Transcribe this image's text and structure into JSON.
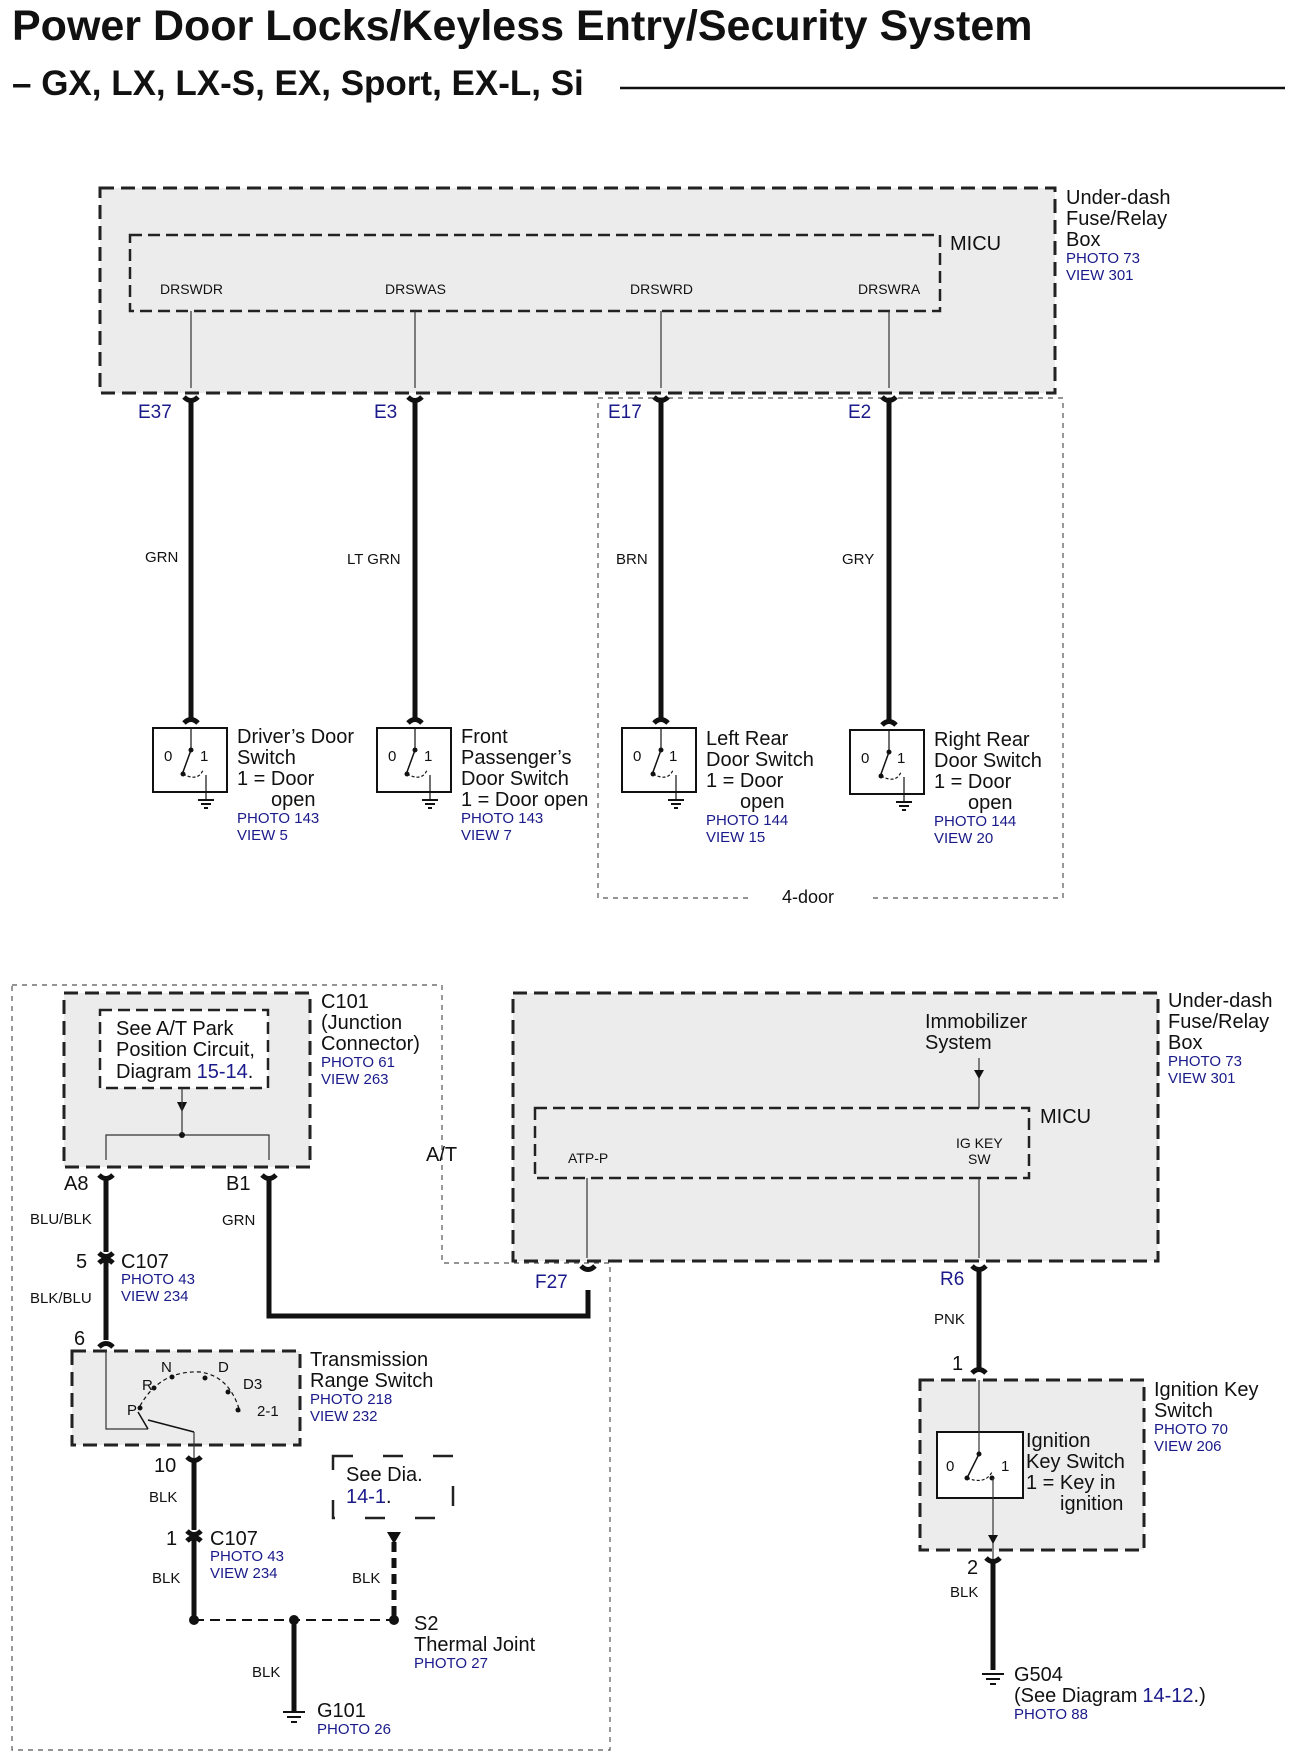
{
  "title": "Power Door Locks/Keyless Entry/Security System",
  "subtitle": "– GX, LX, LX-S, EX, Sport, EX-L, Si",
  "top": {
    "fusebox": {
      "name_lines": [
        "Under-dash",
        "Fuse/Relay",
        "Box"
      ],
      "photo": "PHOTO 73",
      "view": "VIEW 301"
    },
    "micu": "MICU",
    "pins": [
      "DRSWDR",
      "DRSWAS",
      "DRSWRD",
      "DRSWRA"
    ],
    "terminals": [
      "E37",
      "E3",
      "E17",
      "E2"
    ],
    "wire_colors": [
      "GRN",
      "LT GRN",
      "BRN",
      "GRY"
    ],
    "switches": [
      {
        "lines": [
          "Driver’s Door",
          "Switch",
          "1 = Door",
          "open"
        ],
        "photo": "PHOTO 143",
        "view": "VIEW 5"
      },
      {
        "lines": [
          "Front",
          "Passenger’s",
          "Door Switch",
          "1 = Door open"
        ],
        "photo": "PHOTO 143",
        "view": "VIEW 7"
      },
      {
        "lines": [
          "Left Rear",
          "Door Switch",
          "1 = Door",
          "open"
        ],
        "photo": "PHOTO 144",
        "view": "VIEW 15"
      },
      {
        "lines": [
          "Right Rear",
          "Door Switch",
          "1 = Door",
          "open"
        ],
        "photo": "PHOTO 144",
        "view": "VIEW 20"
      }
    ],
    "switch_positions": [
      "0",
      "1"
    ],
    "region_label": "4-door"
  },
  "bottom": {
    "c101": {
      "name_lines": [
        "C101",
        "(Junction",
        "Connector)"
      ],
      "photo": "PHOTO 61",
      "view": "VIEW 263"
    },
    "see_at": {
      "lines": [
        "See A/T Park",
        "Position Circuit,",
        "Diagram"
      ],
      "link": "15-14",
      "suffix": "."
    },
    "at_label": "A/T",
    "fusebox": {
      "name_lines": [
        "Under-dash",
        "Fuse/Relay",
        "Box"
      ],
      "photo": "PHOTO 73",
      "view": "VIEW 301"
    },
    "immobilizer": [
      "Immobilizer",
      "System"
    ],
    "micu": "MICU",
    "pin_atp": "ATP-P",
    "pin_igkey": [
      "IG KEY",
      "SW"
    ],
    "terminals": {
      "a8": "A8",
      "b1": "B1",
      "f27": "F27",
      "r6": "R6"
    },
    "wires": {
      "blu_blk": "BLU/BLK",
      "grn": "GRN",
      "blk_blu": "BLK/BLU",
      "blk": "BLK",
      "pnk": "PNK"
    },
    "c107_top": {
      "pin": "5",
      "name": "C107",
      "photo": "PHOTO 43",
      "view": "VIEW 234"
    },
    "pin6": "6",
    "trs": {
      "name_lines": [
        "Transmission",
        "Range Switch"
      ],
      "photo": "PHOTO 218",
      "view": "VIEW 232",
      "positions": [
        "N",
        "R",
        "D",
        "D3",
        "P",
        "2-1"
      ]
    },
    "pin10": "10",
    "c107_bottom": {
      "pin": "1",
      "name": "C107",
      "photo": "PHOTO 43",
      "view": "VIEW 234"
    },
    "see_dia": {
      "text": "See Dia.",
      "link": "14-1",
      "suffix": "."
    },
    "s2": {
      "name_lines": [
        "S2",
        "Thermal Joint"
      ],
      "photo": "PHOTO 27"
    },
    "g101": {
      "name": "G101",
      "photo": "PHOTO 26"
    },
    "ignition": {
      "box_lines": [
        "Ignition Key",
        "Switch"
      ],
      "photo": "PHOTO 70",
      "view": "VIEW 206",
      "inner_lines": [
        "Ignition",
        "Key Switch",
        "1 = Key in",
        "ignition"
      ],
      "pin1": "1",
      "pin2": "2"
    },
    "g504": {
      "name": "G504",
      "see_prefix": "(See Diagram",
      "link": "14-12",
      "see_suffix": ".)",
      "photo": "PHOTO 88"
    }
  }
}
